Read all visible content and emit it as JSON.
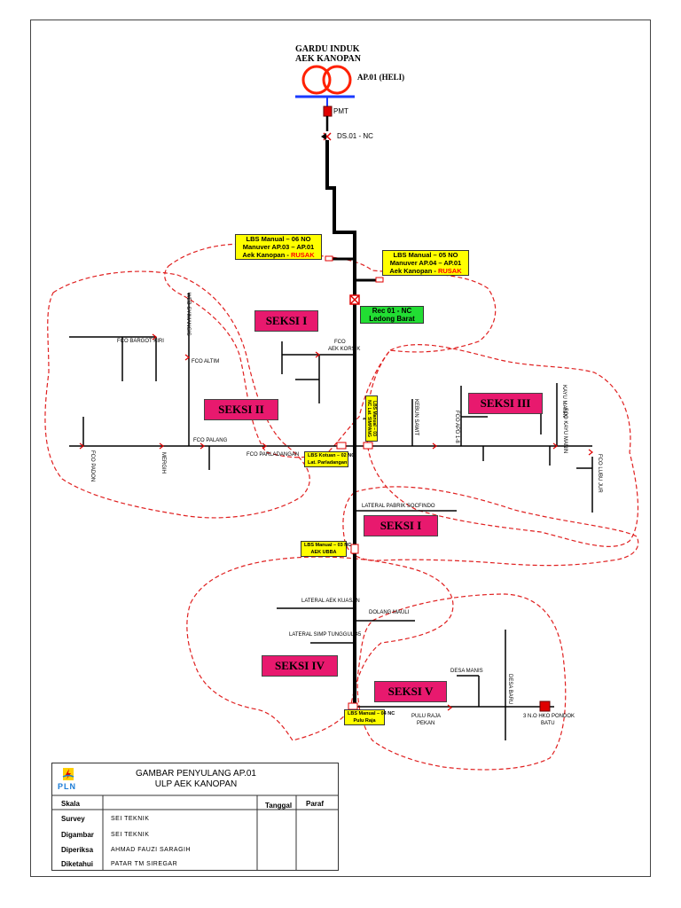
{
  "header": {
    "gardu_line1": "GARDU INDUK",
    "gardu_line2": "AEK KANOPAN",
    "feeder": "AP.01 (HELI)",
    "pmt": "PMT",
    "ds": "DS.01 - NC"
  },
  "boxes": {
    "lbs06": [
      "LBS Manual – 06 NO",
      "Manuver AP.03 – AP.01",
      "Aek Kanopan - "
    ],
    "lbs05": [
      "LBS Manual – 05 NO",
      "Manuver AP.04 – AP.01",
      "Aek Kanopan - "
    ],
    "rusak": "RUSAK",
    "rec01": [
      "Rec 01 - NC",
      "Ledong Barat"
    ],
    "lbs02": [
      "LBS Kotuan – 02 NC",
      "Lat. Parladangan"
    ],
    "lbs03": [
      "LBS Manual – 03 NC",
      "AEK UBBA"
    ],
    "lbs04": [
      "LBS Manual – 04 NC",
      "Pulu Raja"
    ],
    "lbs_vertical": "LBS Manual – 03 NC Lat. SIMPANG 4"
  },
  "sections": {
    "seksi1a": "SEKSI I",
    "seksi2": "SEKSI II",
    "seksi3": "SEKSI III",
    "seksi1b": "SEKSI I",
    "seksi4": "SEKSI IV",
    "seksi5": "SEKSI V"
  },
  "labels": {
    "fco_aek_korsik_1": "FCO",
    "fco_aek_korsik_2": "AEK KORSIK",
    "fco_bargot": "FCO BARGOT KIRI",
    "fco_altim": "FCO ALTIM",
    "fco_palang": "FCO PALANG",
    "fco_parladangan": "FCO PARLADANGAN",
    "lateral_pabrik": "LATERAL PABRIK SOCFINDO",
    "lateral_aek_kuasan": "LATERAL AEK KUASAN",
    "dolang_mauli": "DOLANG MAULI",
    "lateral_simp": "LATERAL SIMP TUNGGUL 45",
    "desa_manis": "DESA MANIS",
    "pulu_raja_1": "PULU RAJA",
    "pulu_raja_2": "PEKAN",
    "hko_1": "3 N.O HKO PONDOK",
    "hko_2": "BATU",
    "desa_baru": "DESA BARU",
    "v_webs": "WEB SYIMANGIS",
    "v_kebun": "KEBUN SAWIT",
    "v_fcoapd": "FCO APD 1-8",
    "v_kayu": "FCO KAYU MANIN",
    "v_kayu2": "KAYU MANIN",
    "v_fco_lubu": "FCO LUBU JUR",
    "v_padon": "FCO PADON",
    "v_mergih": "MERGIH"
  },
  "title_block": {
    "logo_text": "PLN",
    "title1": "GAMBAR PENYULANG AP.01",
    "title2": "ULP AEK KANOPAN",
    "col_skala": "Skala",
    "col_tanggal": "Tanggal",
    "col_paraf": "Paraf",
    "rows": [
      {
        "label": "Survey",
        "value": "SEI TEKNIK"
      },
      {
        "label": "Digambar",
        "value": "SEI TEKNIK"
      },
      {
        "label": "Diperiksa",
        "value": "AHMAD FAUZI SARAGIH"
      },
      {
        "label": "Diketahui",
        "value": "PATAR TM SIREGAR"
      }
    ]
  },
  "colors": {
    "main_line": "#000000",
    "zone_outline": "#e02020",
    "breaker": "#e00000",
    "transformer": "#ff2000",
    "busbar": "#1a3aff",
    "yellow": "#ffff00",
    "green": "#22dd33",
    "pink": "#e8196e"
  }
}
